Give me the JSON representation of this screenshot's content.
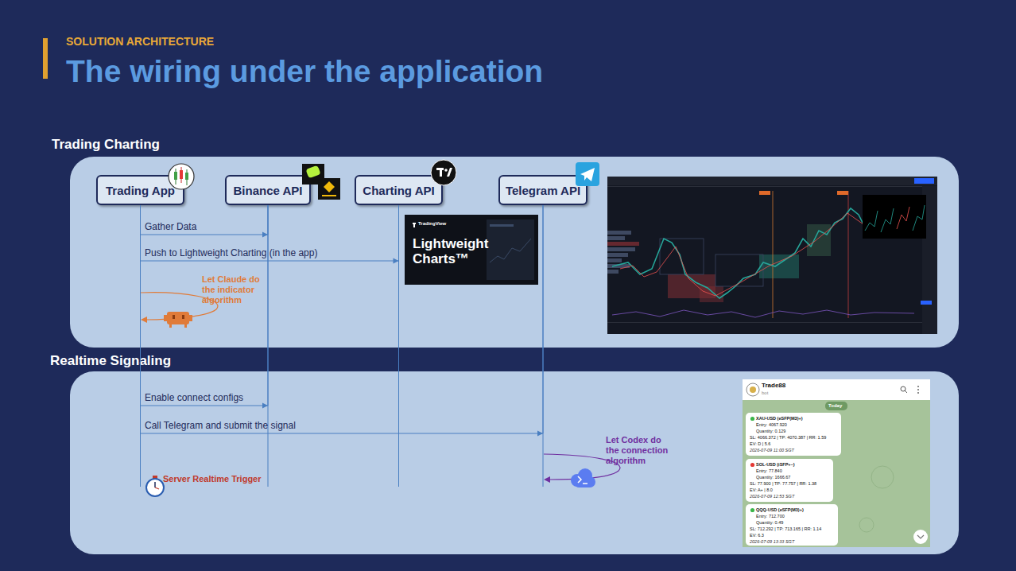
{
  "diagram": {
    "title": "The wiring under the application",
    "nodes": [
      {
        "text": [
          "Trading Charting"
        ]
      },
      {
        "text": [
          "Trading App"
        ],
        "in": 0
      },
      {
        "text": [
          "Binance API"
        ],
        "in": 0
      },
      {
        "text": [
          "Charting API"
        ],
        "in": 0
      },
      {
        "text": [
          "Telegram API"
        ],
        "in": 0
      },
      {
        "text": [
          "Realtime Signaling"
        ]
      }
    ],
    "edges": [
      {
        "from": 1,
        "to": 2,
        "arrow": "to",
        "label": "Gather Data"
      },
      {
        "from": 1,
        "to": 3,
        "arrow": "to",
        "label": "Push to Lightweight Charting (in the app)"
      },
      {
        "from": 1,
        "to": 2,
        "arrow": "to",
        "label": "Enable connect configs"
      },
      {
        "from": 1,
        "to": 4,
        "arrow": "to",
        "label": "Call Telegram and submit the signal"
      }
    ],
    "labels": [
      "SOLUTION ARCHITECTURE",
      "TradingView",
      "Lightweight Charts™",
      "Let Claude do the indicator algorithm",
      "Let Codex do the connection algorithm",
      "Server Realtime Trigger",
      "Trade88",
      "bot",
      "Today",
      "XAU-USD (eSFP(M3)+)",
      "Entry: 4067.920",
      "Quantity: 0.129",
      "SL: 4066.372 | TP: 4070.387 | RR: 1.59",
      "EV: D | 5.6",
      "2026-07-09 11:00 SGT",
      "SOL-USD (iSFP+~)",
      "Entry: 77.840",
      "Quantity: 1666.67",
      "SL: 77.900 | TP: 77.757 | RR: 1.38",
      "EV: A+ | 8.0",
      "2026-07-09 12:53 SGT",
      "QQQ-USD (eSFP(M3)+)",
      "Entry: 712.700",
      "Quantity: 0.49",
      "SL: 712.292 | TP: 713.165 | RR: 1.14",
      "EV: 6.3",
      "2026-07-09 13:33 SGT"
    ]
  }
}
